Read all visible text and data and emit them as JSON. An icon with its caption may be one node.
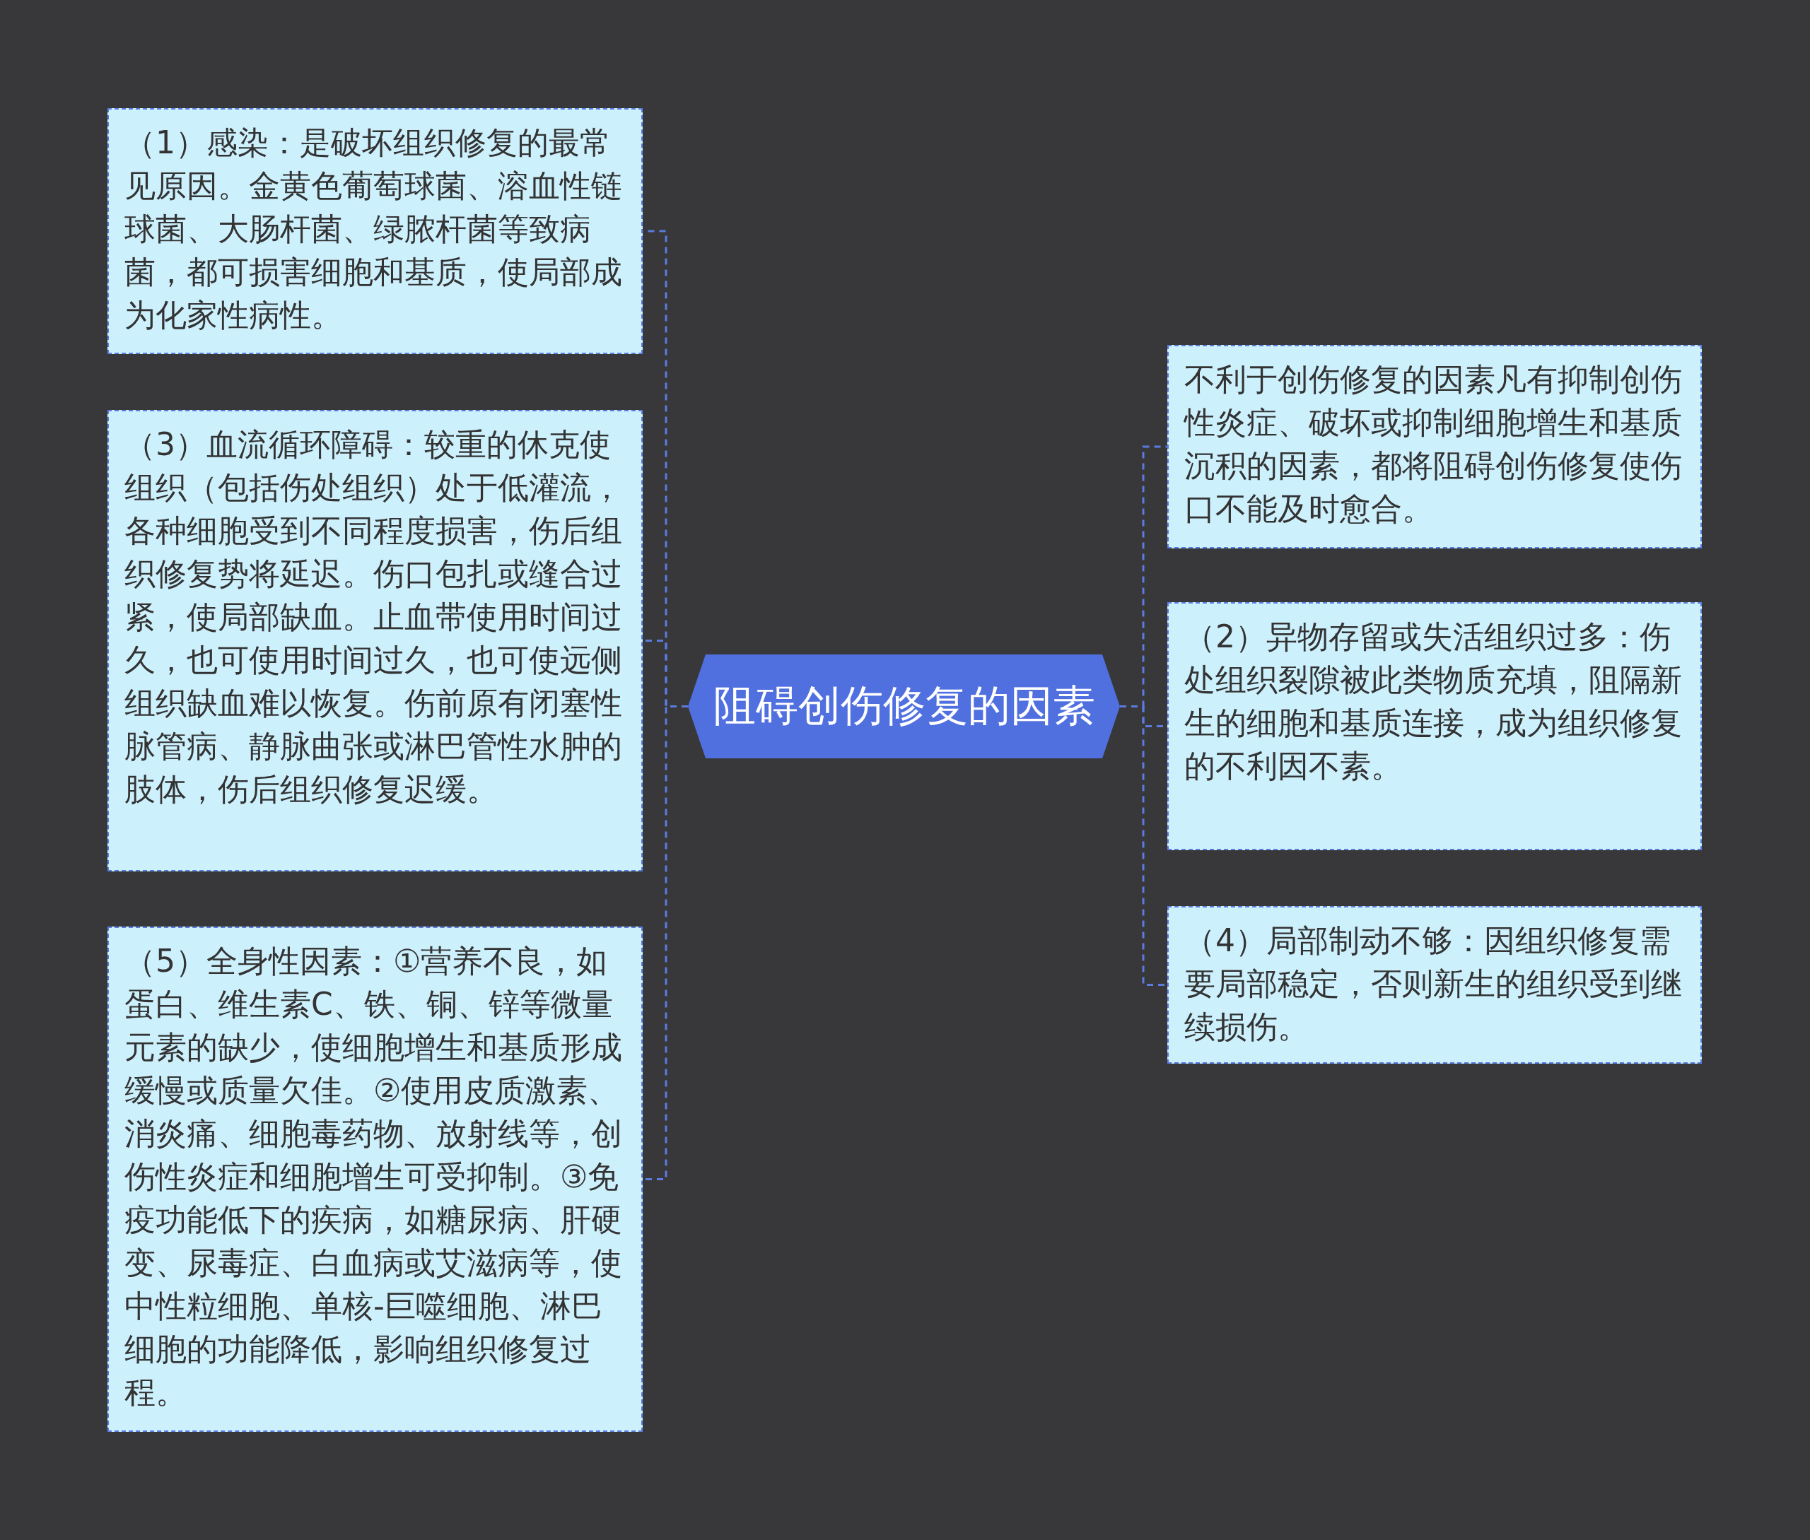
{
  "diagram": {
    "nodes": [
      {
        "text": [
          "阻碍创伤修复的因素"
        ]
      },
      {
        "text": [
          "（1）感染：是破坏组织修复的最常见原因。金黄色葡萄球菌、溶血性链球菌、大肠杆菌、绿脓杆菌等致病菌，都可损害细胞和基质，使局部成为化家性病性。"
        ]
      },
      {
        "text": [
          "（3）血流循环障碍：较重的休克使组织（包括伤处组织）处于低灌流，各种细胞受到不同程度损害，伤后组织修复势将延迟。伤口包扎或缝合过紧，使局部缺血。止血带使用时间过久，也可使用时间过久，也可使远侧组织缺血难以恢复。伤前原有闭塞性脉管病、静脉曲张或淋巴管性水肿的肢体，伤后组织修复迟缓。"
        ]
      },
      {
        "text": [
          "（5）全身性因素：①营养不良，如蛋白、维生素C、铁、铜、锌等微量元素的缺少，使细胞增生和基质形成缓慢或质量欠佳。②使用皮质激素、消炎痛、细胞毒药物、放射线等，创伤性炎症和细胞增生可受抑制。③免疫功能低下的疾病，如糖尿病、肝硬变、尿毒症、白血病或艾滋病等，使中性粒细胞、单核-巨噬细胞、淋巴细胞的功能降低，影响组织修复过程。"
        ]
      },
      {
        "text": [
          "不利于创伤修复的因素凡有抑制创伤性炎症、破坏或抑制细胞增生和基质沉积的因素，都将阻碍创伤修复使伤口不能及时愈合。"
        ]
      },
      {
        "text": [
          "（2）异物存留或失活组织过多：伤处组织裂隙被此类物质充填，阻隔新生的细胞和基质连接，成为组织修复的不利因不素。"
        ]
      },
      {
        "text": [
          "（4）局部制动不够：因组织修复需要局部稳定，否则新生的组织受到继续损伤。"
        ]
      }
    ],
    "edges": [
      {
        "from": 0,
        "to": 1,
        "arrow": "none",
        "style": "dashed"
      },
      {
        "from": 0,
        "to": 2,
        "arrow": "none",
        "style": "dashed"
      },
      {
        "from": 0,
        "to": 3,
        "arrow": "none",
        "style": "dashed"
      },
      {
        "from": 0,
        "to": 4,
        "arrow": "none",
        "style": "dashed"
      },
      {
        "from": 0,
        "to": 5,
        "arrow": "none",
        "style": "dashed"
      },
      {
        "from": 0,
        "to": 6,
        "arrow": "none",
        "style": "dashed"
      }
    ]
  }
}
